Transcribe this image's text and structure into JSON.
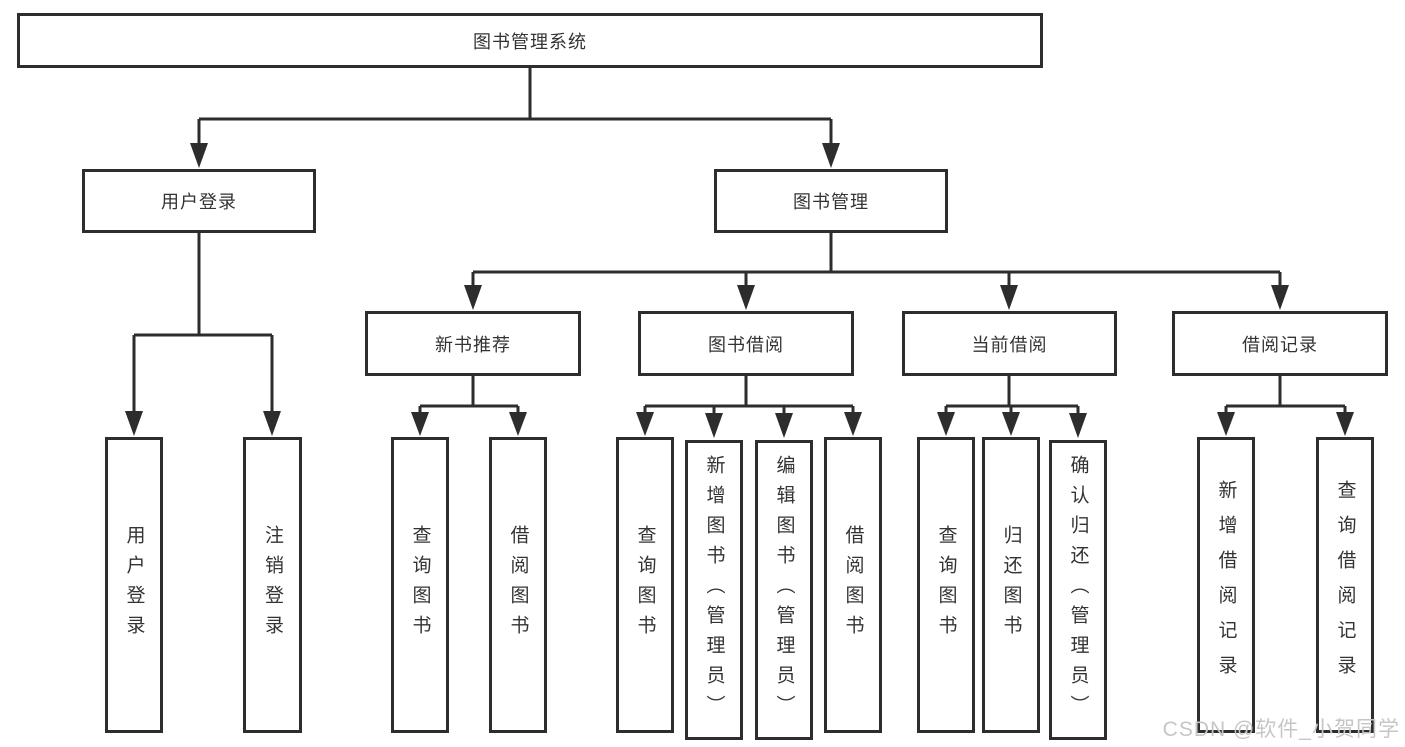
{
  "diagram_title": "图书管理系统",
  "tree": {
    "root": {
      "label": "图书管理系统"
    },
    "branches": [
      {
        "label": "用户登录",
        "children": [
          {
            "label": "用户登录"
          },
          {
            "label": "注销登录"
          }
        ]
      },
      {
        "label": "图书管理",
        "children": [
          {
            "label": "新书推荐",
            "children": [
              {
                "label": "查询图书"
              },
              {
                "label": "借阅图书"
              }
            ]
          },
          {
            "label": "图书借阅",
            "children": [
              {
                "label": "查询图书"
              },
              {
                "label": "新增图书（管理员）"
              },
              {
                "label": "编辑图书（管理员）"
              },
              {
                "label": "借阅图书"
              }
            ]
          },
          {
            "label": "当前借阅",
            "children": [
              {
                "label": "查询图书"
              },
              {
                "label": "归还图书"
              },
              {
                "label": "确认归还（管理员）"
              }
            ]
          },
          {
            "label": "借阅记录",
            "children": [
              {
                "label": "新增借阅记录"
              },
              {
                "label": "查询借阅记录"
              }
            ]
          }
        ]
      }
    ]
  },
  "watermark": {
    "text": "CSDN @软件_小贺同学"
  },
  "colors": {
    "line": "#2d2d2d",
    "text": "#333333",
    "background": "#ffffff",
    "watermark": "#c6c6c6"
  }
}
